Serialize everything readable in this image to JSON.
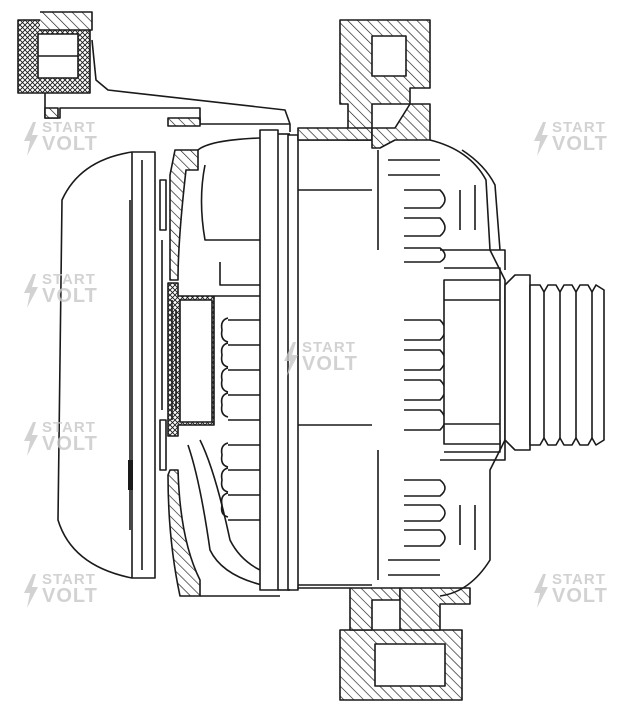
{
  "diagram": {
    "subject": "alternator-cross-section",
    "colors": {
      "line": "#1a1a1a",
      "hatch": "#1a1a1a",
      "watermark": "#c8c8c8",
      "background": "#ffffff"
    }
  },
  "watermark": {
    "line1": "START",
    "line2": "VOLT"
  }
}
